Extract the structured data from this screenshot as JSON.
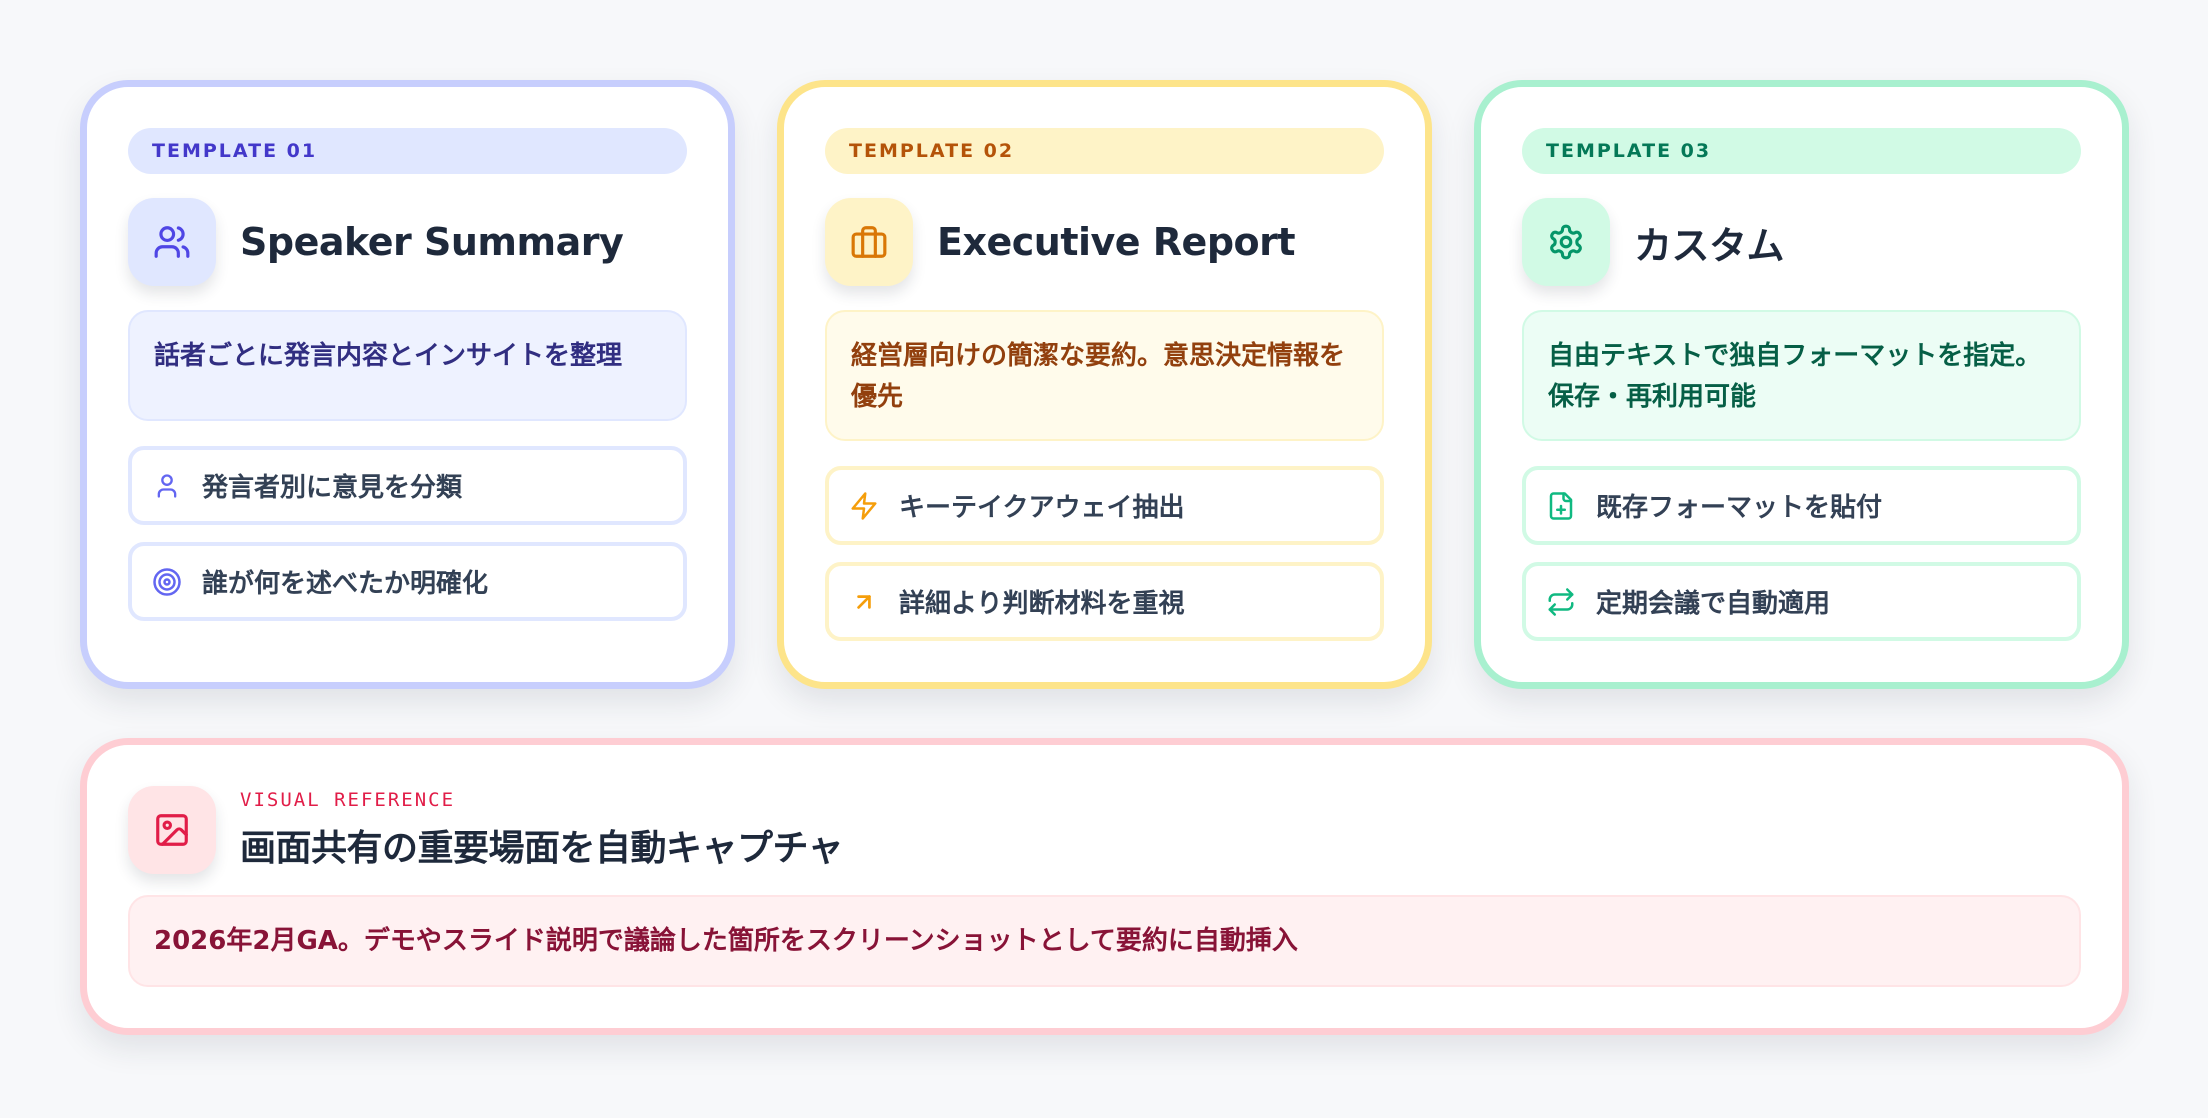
{
  "templates": [
    {
      "badge": "TEMPLATE 01",
      "icon": "users-icon",
      "title": "Speaker Summary",
      "description": "話者ごとに発言内容とインサイトを整理",
      "accent": "#4f46e5",
      "features": [
        {
          "icon": "user-icon",
          "label": "発言者別に意見を分類"
        },
        {
          "icon": "target-icon",
          "label": "誰が何を述べたか明確化"
        }
      ]
    },
    {
      "badge": "TEMPLATE 02",
      "icon": "briefcase-icon",
      "title": "Executive Report",
      "description": "経営層向けの簡潔な要約。意思決定情報を優先",
      "accent": "#d97706",
      "features": [
        {
          "icon": "zap-icon",
          "label": "キーテイクアウェイ抽出"
        },
        {
          "icon": "arrow-up-right-icon",
          "label": "詳細より判断材料を重視"
        }
      ]
    },
    {
      "badge": "TEMPLATE 03",
      "icon": "gear-icon",
      "title": "カスタム",
      "description": "自由テキストで独自フォーマットを指定。保存・再利用可能",
      "accent": "#059669",
      "features": [
        {
          "icon": "file-plus-icon",
          "label": "既存フォーマットを貼付"
        },
        {
          "icon": "repeat-icon",
          "label": "定期会議で自動適用"
        }
      ]
    }
  ],
  "visual_reference": {
    "eyebrow": "VISUAL REFERENCE",
    "icon": "image-icon",
    "title": "画面共有の重要場面を自動キャプチャ",
    "description": "2026年2月GA。デモやスライド説明で議論した箇所をスクリーンショットとして要約に自動挿入",
    "accent": "#e11d48"
  }
}
